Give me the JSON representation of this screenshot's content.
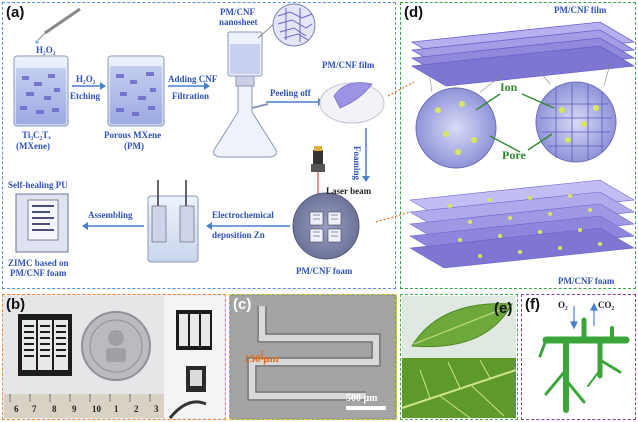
{
  "panels": {
    "a": {
      "label": "(a)",
      "h2o2_top": "H₂O₂",
      "h2o2_mid": "H₂O₂",
      "etching": "Etching",
      "ti3c2tx": "Ti₃C₂Tₓ",
      "mxene": "(MXene)",
      "porous": "Porous MXene",
      "pm": "(PM)",
      "adding_cnf": "Adding CNF",
      "filtration": "Filtration",
      "nanosheet_1": "PM/CNF",
      "nanosheet_2": "nanosheet",
      "pm_cnf_film": "PM/CNF film",
      "peeling_off": "Peeling off",
      "foaming": "Foaming",
      "laser_beam": "Laser beam",
      "pm_cnf_foam": "PM/CNF foam",
      "electrochemical": "Electrochemical",
      "deposition": "deposition  Zn",
      "assembling": "Assembling",
      "self_healing_pu": "Self-healing PU",
      "zimc_1": "ZIMC based on",
      "zimc_2": "PM/CNF foam"
    },
    "b": {
      "label": "(b)",
      "ruler_numbers": [
        "6",
        "7",
        "8",
        "9",
        "10",
        "1",
        "2",
        "3"
      ]
    },
    "c": {
      "label": "(c)",
      "dimension": "150 μm",
      "scale_bar": "500 μm"
    },
    "d": {
      "label": "(d)",
      "film_label": "PM/CNF film",
      "ion_label": "Ion",
      "pore_label": "Pore",
      "foam_label": "PM/CNF foam"
    },
    "e": {
      "label": "(e)"
    },
    "f": {
      "label": "(f)",
      "o2": "O₂",
      "co2": "CO₂"
    }
  },
  "colors": {
    "panel_a_border": "#5b8ed6",
    "panel_b_border": "#e88a3a",
    "panel_c_border": "#d8d23a",
    "panel_d_border": "#3aa24a",
    "panel_e_border": "#4aa84a",
    "panel_f_border": "#8a3aa8",
    "text_blue": "#2f52b8",
    "accent_green": "#2f8a2f",
    "accent_orange": "#e36b18",
    "mxene_purple": "#8c86d6"
  }
}
